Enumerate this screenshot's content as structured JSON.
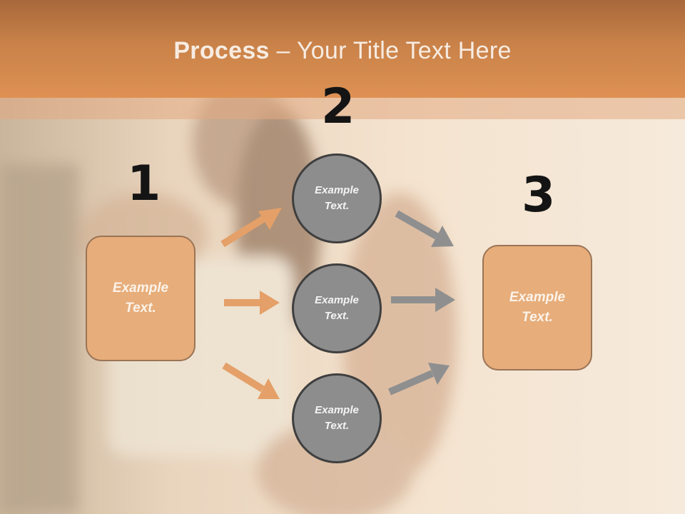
{
  "title": {
    "bold": "Process",
    "rest": " – Your Title Text Here"
  },
  "steps": [
    {
      "number": "1",
      "label": "Example\nText."
    },
    {
      "number": "2",
      "label": ""
    },
    {
      "number": "3",
      "label": "Example\nText."
    }
  ],
  "circles": [
    {
      "label": "Example\nText."
    },
    {
      "label": "Example\nText."
    },
    {
      "label": "Example\nText."
    }
  ],
  "colors": {
    "header": "#de9153",
    "box_fill": "#e7ad7a",
    "circle_fill": "#8d8d8d",
    "arrow_orange": "#e4a068",
    "arrow_gray": "#8f8f8f"
  }
}
